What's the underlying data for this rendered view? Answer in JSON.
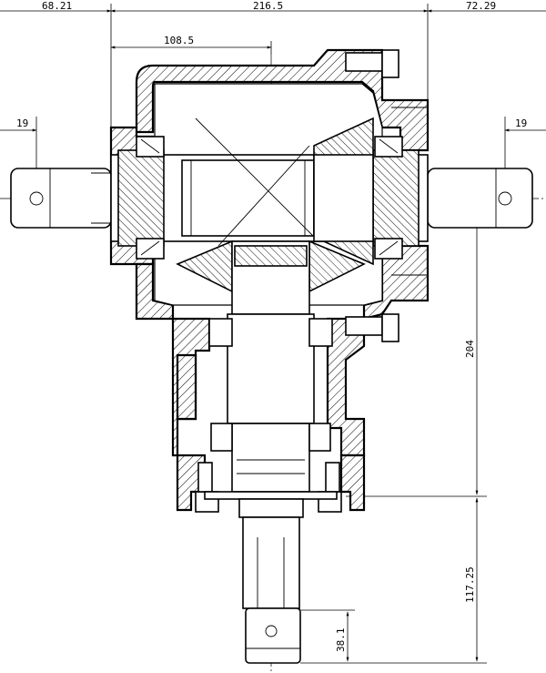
{
  "drawing": {
    "dimensions": {
      "left_overhang": "68.21",
      "overall_width": "216.5",
      "right_overhang": "72.29",
      "half_width": "108.5",
      "left_shaft_offset": "19",
      "right_shaft_offset": "19",
      "vertical_height": "204",
      "output_shaft_length": "117.25",
      "output_pin_offset": "38.1"
    }
  }
}
